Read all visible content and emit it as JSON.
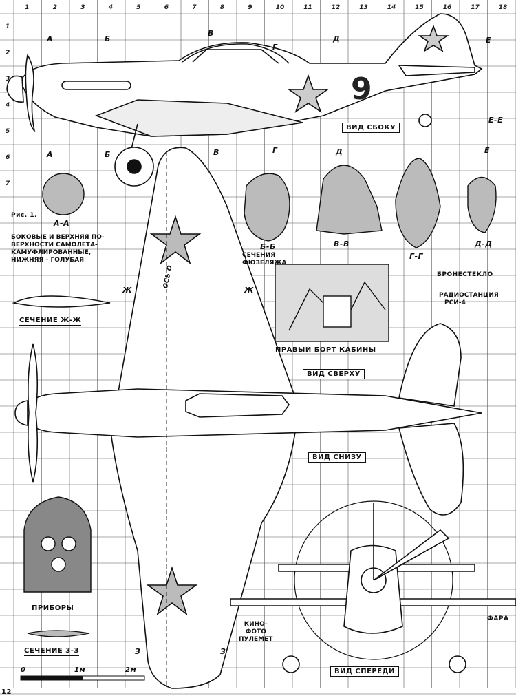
{
  "figure": {
    "fig_label": "Рис. 1.",
    "section_aa": "А-А",
    "camo_note": [
      "БОКОВЫЕ И ВЕРХНЯЯ ПО-",
      "ВЕРХНОСТИ САМОЛЕТА-",
      "КАМУФЛИРОВАННЫЕ,",
      "НИЖНЯЯ - ГОЛУБАЯ"
    ],
    "page_number": "12"
  },
  "views": {
    "side": "ВИД СБОКУ",
    "top": "ВИД СВЕРХУ",
    "bottom": "ВИД СНИЗУ",
    "front": "ВИД СПЕРЕДИ",
    "cockpit_right": "ПРАВЫЙ БОРТ КАБИНЫ",
    "instruments": "ПРИБОРЫ"
  },
  "sections": {
    "bb": "Б-Б",
    "vv": "В-В",
    "gg": "Г-Г",
    "dd": "Д-Д",
    "ee": "Е-Е",
    "fuselage_caption": [
      "СЕЧЕНИЯ",
      "ФЮЗЕЛЯЖА"
    ],
    "zhzh": "СЕЧЕНИЕ Ж-Ж",
    "zz": "СЕЧЕНИЕ З-З"
  },
  "callouts": {
    "armored_glass": "БРОНЕСТЕКЛО",
    "radio": [
      "РАДИОСТАНЦИЯ",
      "РСИ-4"
    ],
    "camera_gun": [
      "КИНО-",
      "ФОТО",
      "ПУЛЕМЕТ"
    ],
    "headlight": "ФАРА",
    "axis_label": "ОСЬ О"
  },
  "cut_marks": {
    "a": "А",
    "b": "Б",
    "v": "В",
    "g": "Г",
    "d": "Д",
    "e": "Е",
    "zh": "Ж",
    "z": "З"
  },
  "side_number": "9",
  "grid": {
    "columns": [
      "1",
      "2",
      "3",
      "4",
      "5",
      "6",
      "7",
      "8",
      "9",
      "10",
      "11",
      "12",
      "13",
      "14",
      "15",
      "16",
      "17",
      "18"
    ],
    "rows": [
      "1",
      "2",
      "3",
      "4",
      "5",
      "6",
      "7"
    ]
  },
  "scale": {
    "zero": "0",
    "m1": "1м",
    "m2": "2м"
  }
}
